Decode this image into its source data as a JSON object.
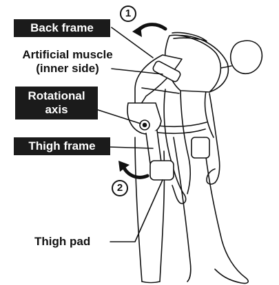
{
  "labels": {
    "back_frame": "Back frame",
    "artificial_muscle_line1": "Artificial muscle",
    "artificial_muscle_line2": "(inner side)",
    "rotational_axis_line1": "Rotational",
    "rotational_axis_line2": "axis",
    "thigh_frame": "Thigh frame",
    "thigh_pad": "Thigh pad"
  },
  "markers": {
    "step1": "1",
    "step2": "2"
  },
  "colors": {
    "label_box": "#1b1b1b",
    "label_text": "#ffffff",
    "line": "#111111"
  }
}
